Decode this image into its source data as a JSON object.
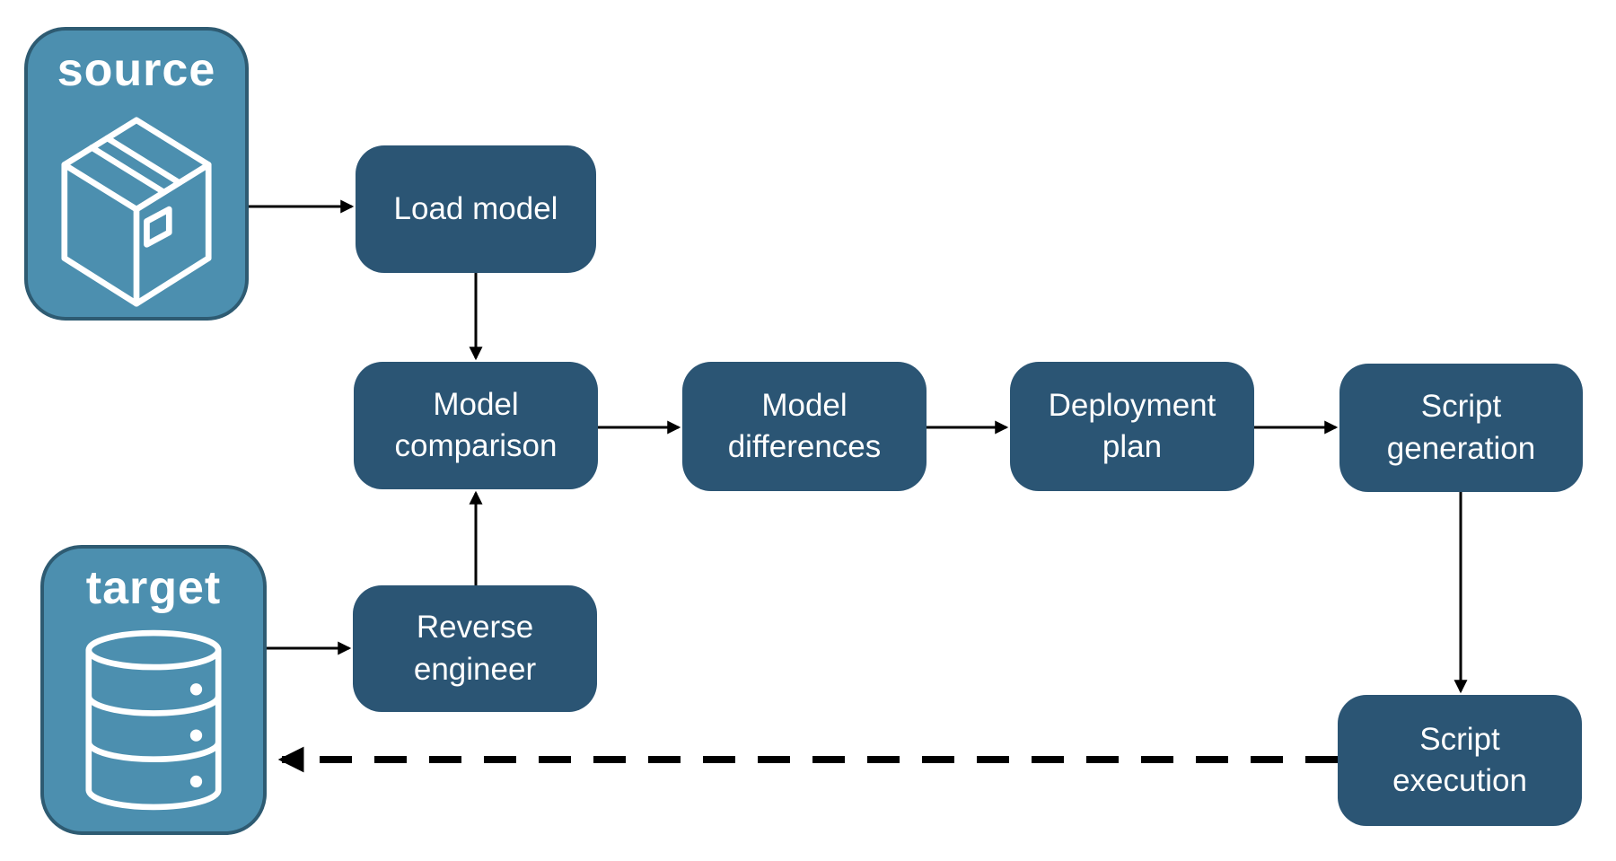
{
  "source": {
    "label": "source",
    "icon": "package-icon"
  },
  "target": {
    "label": "target",
    "icon": "database-icon"
  },
  "nodes": {
    "load_model": {
      "label": "Load model"
    },
    "model_comparison": {
      "label": "Model comparison"
    },
    "model_differences": {
      "label": "Model differences"
    },
    "deployment_plan": {
      "label": "Deployment plan"
    },
    "script_generation": {
      "label": "Script generation"
    },
    "reverse_engineer": {
      "label": "Reverse engineer"
    },
    "script_execution": {
      "label": "Script execution"
    }
  },
  "edges": [
    {
      "from": "source",
      "to": "load_model",
      "style": "solid"
    },
    {
      "from": "load_model",
      "to": "model_comparison",
      "style": "solid"
    },
    {
      "from": "target",
      "to": "reverse_engineer",
      "style": "solid"
    },
    {
      "from": "reverse_engineer",
      "to": "model_comparison",
      "style": "solid"
    },
    {
      "from": "model_comparison",
      "to": "model_differences",
      "style": "solid"
    },
    {
      "from": "model_differences",
      "to": "deployment_plan",
      "style": "solid"
    },
    {
      "from": "deployment_plan",
      "to": "script_generation",
      "style": "solid"
    },
    {
      "from": "script_generation",
      "to": "script_execution",
      "style": "solid"
    },
    {
      "from": "script_execution",
      "to": "target",
      "style": "dashed"
    }
  ],
  "colors": {
    "node_fill": "#2B5574",
    "node_text": "#FFFFFF",
    "endpoint_fill": "#4C8FAF",
    "endpoint_border": "#2E5B72",
    "arrow_color": "#000000",
    "background": "#FFFFFF"
  }
}
